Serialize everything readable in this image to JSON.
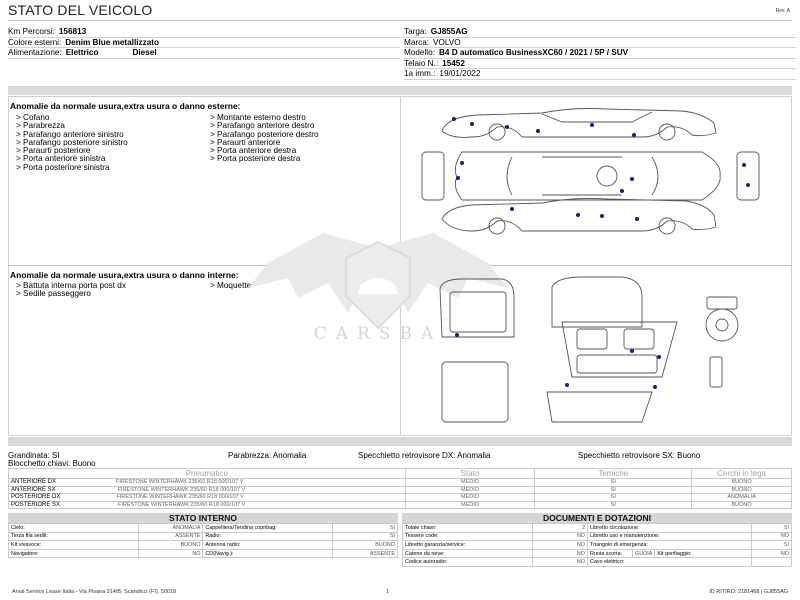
{
  "header": {
    "title": "STATO DEL VEICOLO",
    "revision": "Rev. A"
  },
  "vehicle_left": [
    {
      "label": "Km Percorsi:",
      "value": "156813"
    },
    {
      "label": "Colore esterni:",
      "value": "Denim Blue metallizzato"
    },
    {
      "label": "Alimentazione:",
      "value": "Elettrico",
      "extra": "Diesel"
    }
  ],
  "vehicle_right": [
    {
      "label": "Targa:",
      "value": "GJ855AG"
    },
    {
      "label": "Marca:",
      "value": "VOLVO"
    },
    {
      "label": "Modello:",
      "value": "B4 D automatico BusinessXC60 / 2021 / 5P / SUV"
    },
    {
      "label": "Telaio N.:",
      "value": "15452"
    },
    {
      "label": "1a imm.:",
      "value": "19/01/2022"
    }
  ],
  "external": {
    "title": "Anomalie da normale usura,extra usura o danno esterne:",
    "col1": [
      "> Cofano",
      "> Parabrezza",
      "> Parafango anteriore sinistro",
      "> Parafango posteriore sinistro",
      "> Paraurti posteriore",
      "> Porta anteriore sinistra",
      "> Porta posteriore sinistra"
    ],
    "col2": [
      "> Montante esterno destro",
      "> Parafango anteriore destro",
      "> Parafango posteriore destro",
      "> Paraurti anteriore",
      "> Porta anteriore destra",
      "> Porta posteriore destra"
    ]
  },
  "internal": {
    "title": "Anomalie da normale usura,extra usura o danno interne:",
    "col1": [
      "> Battuta interna porta post dx",
      "> Sedile passeggero"
    ],
    "col2": [
      "> Moquette"
    ]
  },
  "watermark": {
    "text": "CARSBA"
  },
  "status_line": {
    "grandinata": "Grandinata: SI",
    "parabrezza": "Parabrezza: Anomalia",
    "specchietto_dx": "Specchietto retrovisore DX: Anomalia",
    "specchietto_sx": "Specchietto retrovisore SX: Buono",
    "blocchetto": "Blocchetto chiavi: Buono"
  },
  "tyres": {
    "headers": [
      "Pneumatico",
      "Stato",
      "Temiche",
      "Cerchi in lega"
    ],
    "rows": [
      {
        "pos": "ANTERIORE DX",
        "model": "FIRESTONE WINTERHAWK 235/60 R18 000/107 V",
        "stato": "MEDIO",
        "termiche": "SI",
        "cerchi": "BUONO"
      },
      {
        "pos": "ANTERIORE SX",
        "model": "FIRESTONE WINTERHAWK 235/60 R18 000/107 V",
        "stato": "MEDIO",
        "termiche": "SI",
        "cerchi": "BUONO"
      },
      {
        "pos": "POSTERIORE DX",
        "model": "FIRESTONE WINTERHAWK 235/60 R18 000/107 V",
        "stato": "MEDIO",
        "termiche": "SI",
        "cerchi": "ANOMALIA"
      },
      {
        "pos": "POSTERIORE SX",
        "model": "FIRESTONE WINTERHAWK 235/60 R18 000/107 V",
        "stato": "MEDIO",
        "termiche": "SI",
        "cerchi": "BUONO"
      }
    ]
  },
  "stato_interno": {
    "title": "STATO INTERNO",
    "rows": [
      [
        {
          "l": "Cielo:",
          "v": "ANOMALIA"
        },
        {
          "l": "Cappelliera/Tendina copribag:",
          "v": "SI"
        }
      ],
      [
        {
          "l": "Terza fila sedili:",
          "v": "ASSENTE"
        },
        {
          "l": "Radio:",
          "v": "SI"
        }
      ],
      [
        {
          "l": "Kit vivavoce:",
          "v": "BUONO"
        },
        {
          "l": "Antenna radio:",
          "v": "BUONO"
        }
      ],
      [
        {
          "l": "Navigatore:",
          "v": "NO"
        },
        {
          "l": "CD(Navig.):",
          "v": "ASSENTE"
        }
      ]
    ]
  },
  "documenti": {
    "title": "DOCUMENTI E DOTAZIONI",
    "rows": [
      [
        {
          "l": "Totale chiavi:",
          "v": "2"
        },
        {
          "l": "Libretto circolazione:",
          "v": "SI"
        }
      ],
      [
        {
          "l": "Tessere code:",
          "v": "NO"
        },
        {
          "l": "Libretto uso e manutenzione:",
          "v": "NO"
        }
      ],
      [
        {
          "l": "Libretto garanzia/service:",
          "v": "NO"
        },
        {
          "l": "Triangolo di emergenza:",
          "v": "SI"
        }
      ],
      [
        {
          "l": "Catene da neve:",
          "v": "NO"
        },
        {
          "l": "Ruota scorta:",
          "v": "GUOIA"
        },
        {
          "l": "Kit gonfiaggio:",
          "v": "NO"
        }
      ],
      [
        {
          "l": "Codice autoradio:",
          "v": "NO"
        },
        {
          "l": "Cavo elettrico:",
          "v": ""
        }
      ]
    ]
  },
  "footer": {
    "address": "Arval Service Lease Italia - Via Pisana 314/B, Scandicci (FI), 50018",
    "page": "1",
    "id": "ID RITIRO: 2181468 | GJ855AG"
  }
}
